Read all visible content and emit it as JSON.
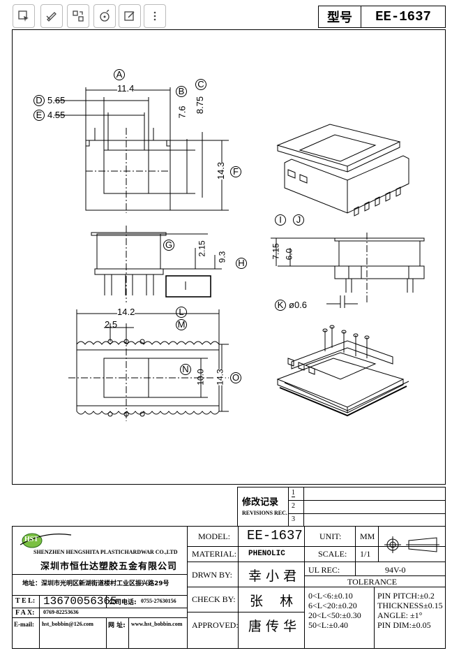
{
  "header": {
    "model_label": "型号",
    "model_value": "EE-1637"
  },
  "drawing": {
    "dims": {
      "A": "A",
      "A_val": "11.4",
      "B": "B",
      "B_val": "7.6",
      "C": "C",
      "C_val": "8.75",
      "D": "D",
      "D_val": "5.65",
      "E": "E",
      "E_val": "4.55",
      "F": "F",
      "F_val": "14.3",
      "G": "G",
      "G_val": "2.15",
      "H": "H",
      "H_val": "9.3",
      "I": "I",
      "J": "J",
      "IJ_a": "7.15",
      "IJ_b": "6.0",
      "K": "K",
      "K_val": "ø0.6",
      "L": "L",
      "L_val": "14.2",
      "M": "M",
      "M_val": "2.5",
      "N": "N",
      "N_val": "10.0",
      "O": "O",
      "O_val": "14.3"
    }
  },
  "revisions": {
    "title": "修改记录",
    "subtitle": "REVISIONS REC.",
    "marks": [
      "1",
      "2",
      "3"
    ]
  },
  "company": {
    "logo": "HST",
    "name_en": "SHENZHEN HENGSHITA PLASTICHARDWAR CO.,LTD",
    "name_cn": "深圳市恒仕达塑胶五金有限公司",
    "address": "地址：深圳市光明区新湖街道楼村工业区振兴路29号",
    "tel_label": "T E L:",
    "tel_value": "13670056365",
    "company_phone_label": "公司电话:",
    "company_phone_value": "0755-27630156",
    "fax_label": "F A X:",
    "fax_value": "0769-82253636",
    "email_label": "E-mail:",
    "email_value": "hst_bobbin@126.com",
    "web_label": "网 址:",
    "web_value": "www.hst_bobbin.com"
  },
  "info": {
    "model_label": "MODEL:",
    "model_value": "EE-1637",
    "material_label": "MATERIAL:",
    "material_value": "PHENOLIC",
    "drawn_label": "DRWN BY:",
    "drawn_value": "幸 小 君",
    "check_label": "CHECK BY:",
    "check_value": "张    林",
    "approved_label": "APPROVED:",
    "approved_value": "唐 传 华",
    "unit_label": "UNIT:",
    "unit_value": "MM",
    "scale_label": "SCALE:",
    "scale_value": "1/1",
    "ulrec_label": "UL REC:",
    "ulrec_value": "94V-0",
    "tolerance_label": "TOLERANCE",
    "tol": [
      "0<L<6:±0.10",
      "6<L<20:±0.20",
      "20<L<50:±0.30",
      "50<L:±0.40"
    ],
    "pin": [
      "PIN PITCH:±0.2",
      "THICKNESS±0.15",
      "ANGLE: ±1°",
      "PIN DIM:±0.05"
    ]
  }
}
